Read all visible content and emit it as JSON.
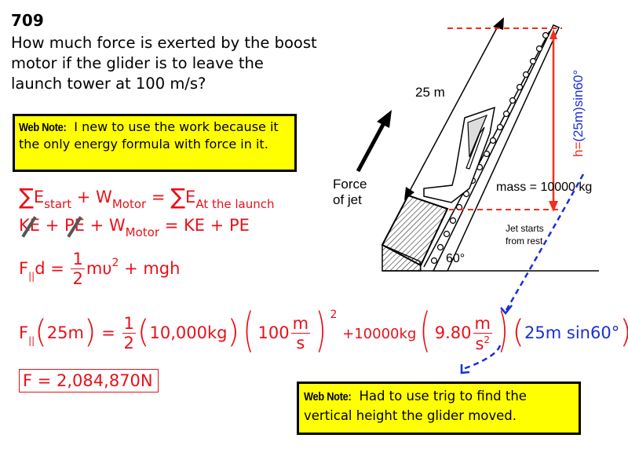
{
  "problem": {
    "number": "709",
    "question": "How much force is exerted by the boost motor if the glider is to leave the launch tower at 100 m/s?"
  },
  "notes": [
    {
      "label": "Web Note:",
      "text": "I new to use the work because it the only energy formula with force in it."
    },
    {
      "label": "Web Note:",
      "text": "Had to use trig to find the vertical height the glider moved."
    }
  ],
  "equations": {
    "eq1": {
      "sigma": "∑",
      "e_start": "E",
      "start_sub": "start",
      "plus_w": "+ W",
      "motor_sub": "Motor",
      "equals": "=",
      "sigma2": "∑",
      "e_launch": "E",
      "launch_sub": "At the launch"
    },
    "eq2": {
      "ke": "KE",
      "plus1": " + ",
      "pe": "PE",
      "plus2": " + W",
      "motor_sub": "Motor",
      "rhs": " = KE + PE"
    },
    "eq3": {
      "f": "F",
      "par_sub": "||",
      "d": "d =",
      "half_num": "1",
      "half_den": "2",
      "mv": "mυ",
      "sq": "2",
      "rest": " + mgh"
    },
    "eq4": {
      "f": "F",
      "par_sub": "||",
      "d_val": "25m",
      "equals": " = ",
      "half_num": "1",
      "half_den": "2",
      "mass": "10,000kg",
      "v": "100",
      "v_num": "m",
      "v_den": "s",
      "sq": "2",
      "plus_mass": "+10000kg",
      "g": "9.80",
      "g_num": "m",
      "g_den": "s",
      "g_den_sup": "2",
      "height_expr": "25m sin60°"
    }
  },
  "answer": "F = 2,084,870N",
  "diagram": {
    "length_label": "25 m",
    "force_label_line1": "Force",
    "force_label_line2": "of jet",
    "mass_label": "mass = 10000 kg",
    "start_label_line1": "Jet starts",
    "start_label_line2": "from rest",
    "angle_label": "60°",
    "height_label": "h=(25m)sin60°",
    "colors": {
      "red": "#f0301a",
      "blue": "#1a2fd6",
      "black": "#000000"
    }
  }
}
